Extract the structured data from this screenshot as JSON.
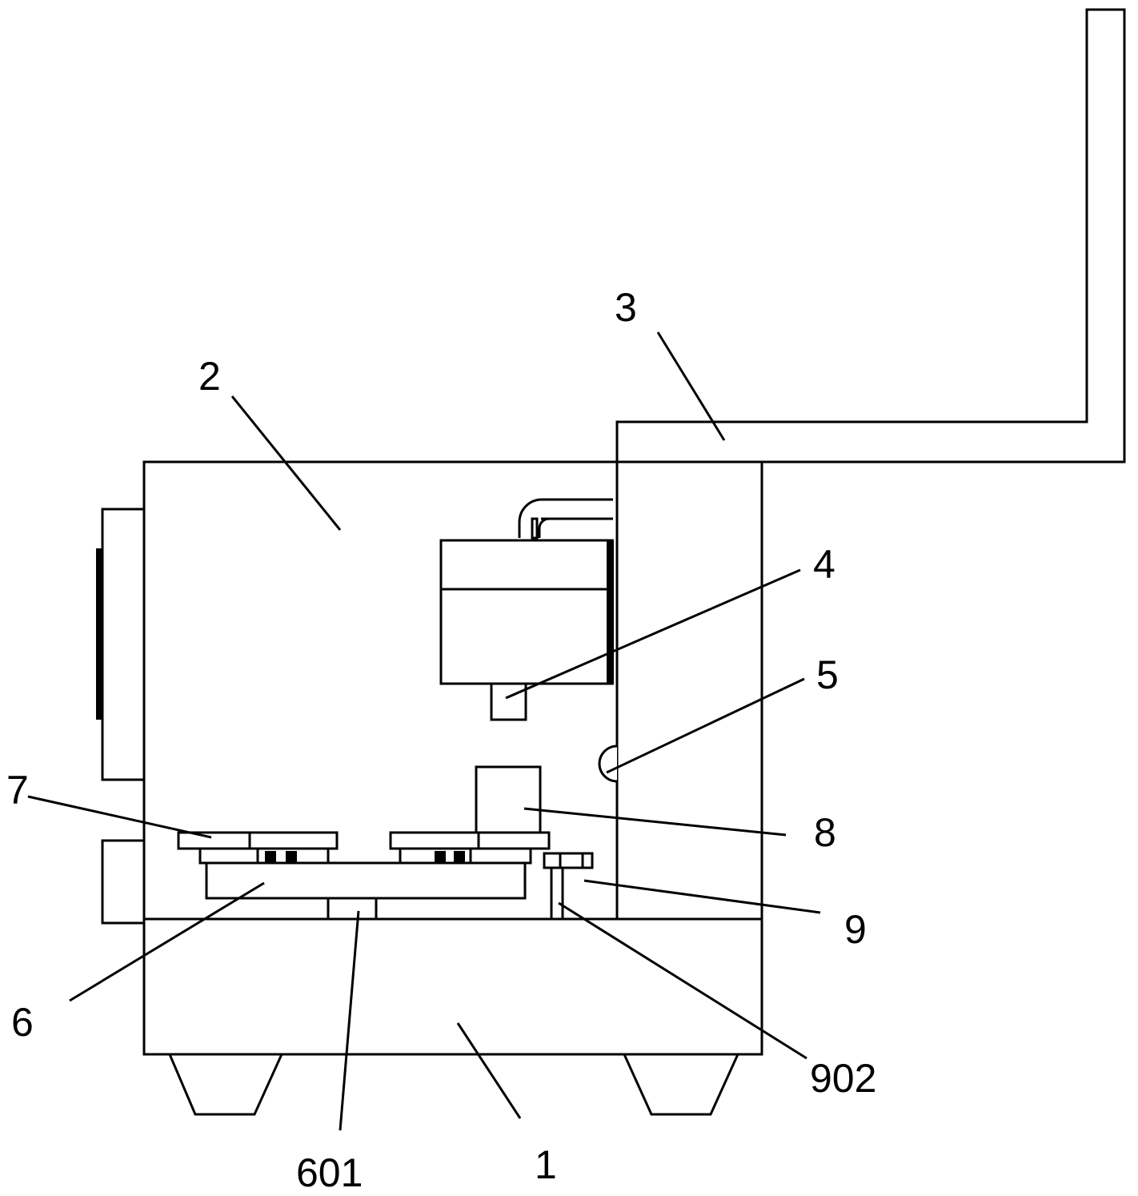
{
  "callouts": {
    "c1": "1",
    "c2": "2",
    "c3": "3",
    "c4": "4",
    "c5": "5",
    "c6": "6",
    "c601": "601",
    "c7": "7",
    "c8": "8",
    "c9": "9",
    "c902": "902"
  },
  "colors": {
    "line": "#000000",
    "background": "#ffffff"
  }
}
